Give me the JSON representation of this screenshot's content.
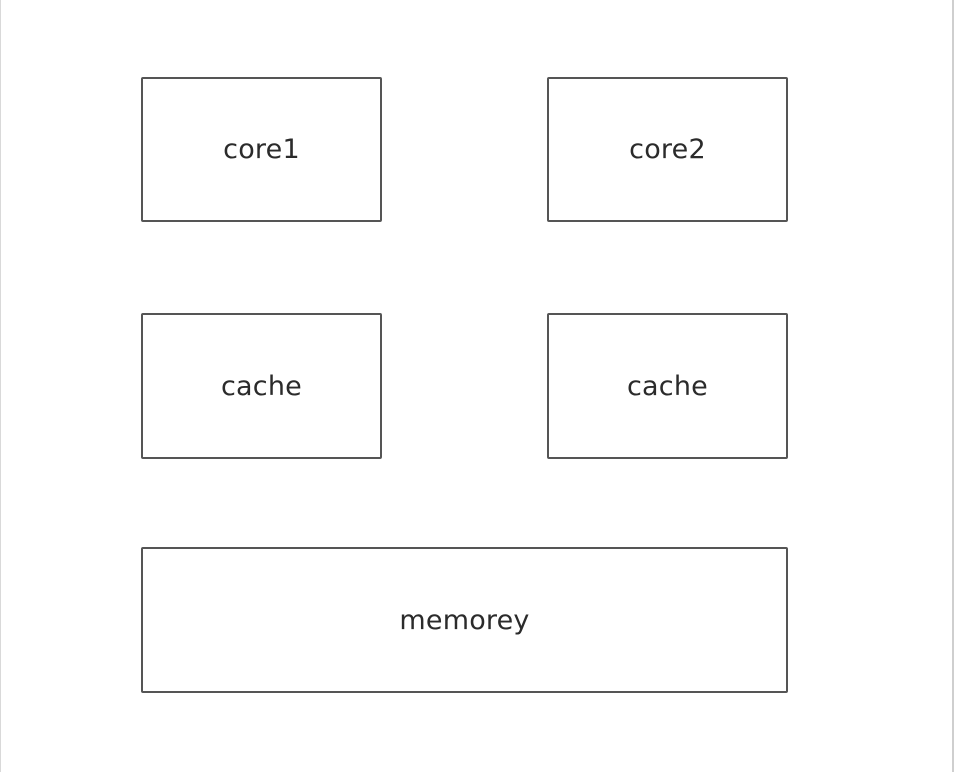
{
  "diagram": {
    "core1": {
      "label": "core1"
    },
    "core2": {
      "label": "core2"
    },
    "cache1": {
      "label": "cache"
    },
    "cache2": {
      "label": "cache"
    },
    "memory": {
      "label": "memorey"
    }
  }
}
